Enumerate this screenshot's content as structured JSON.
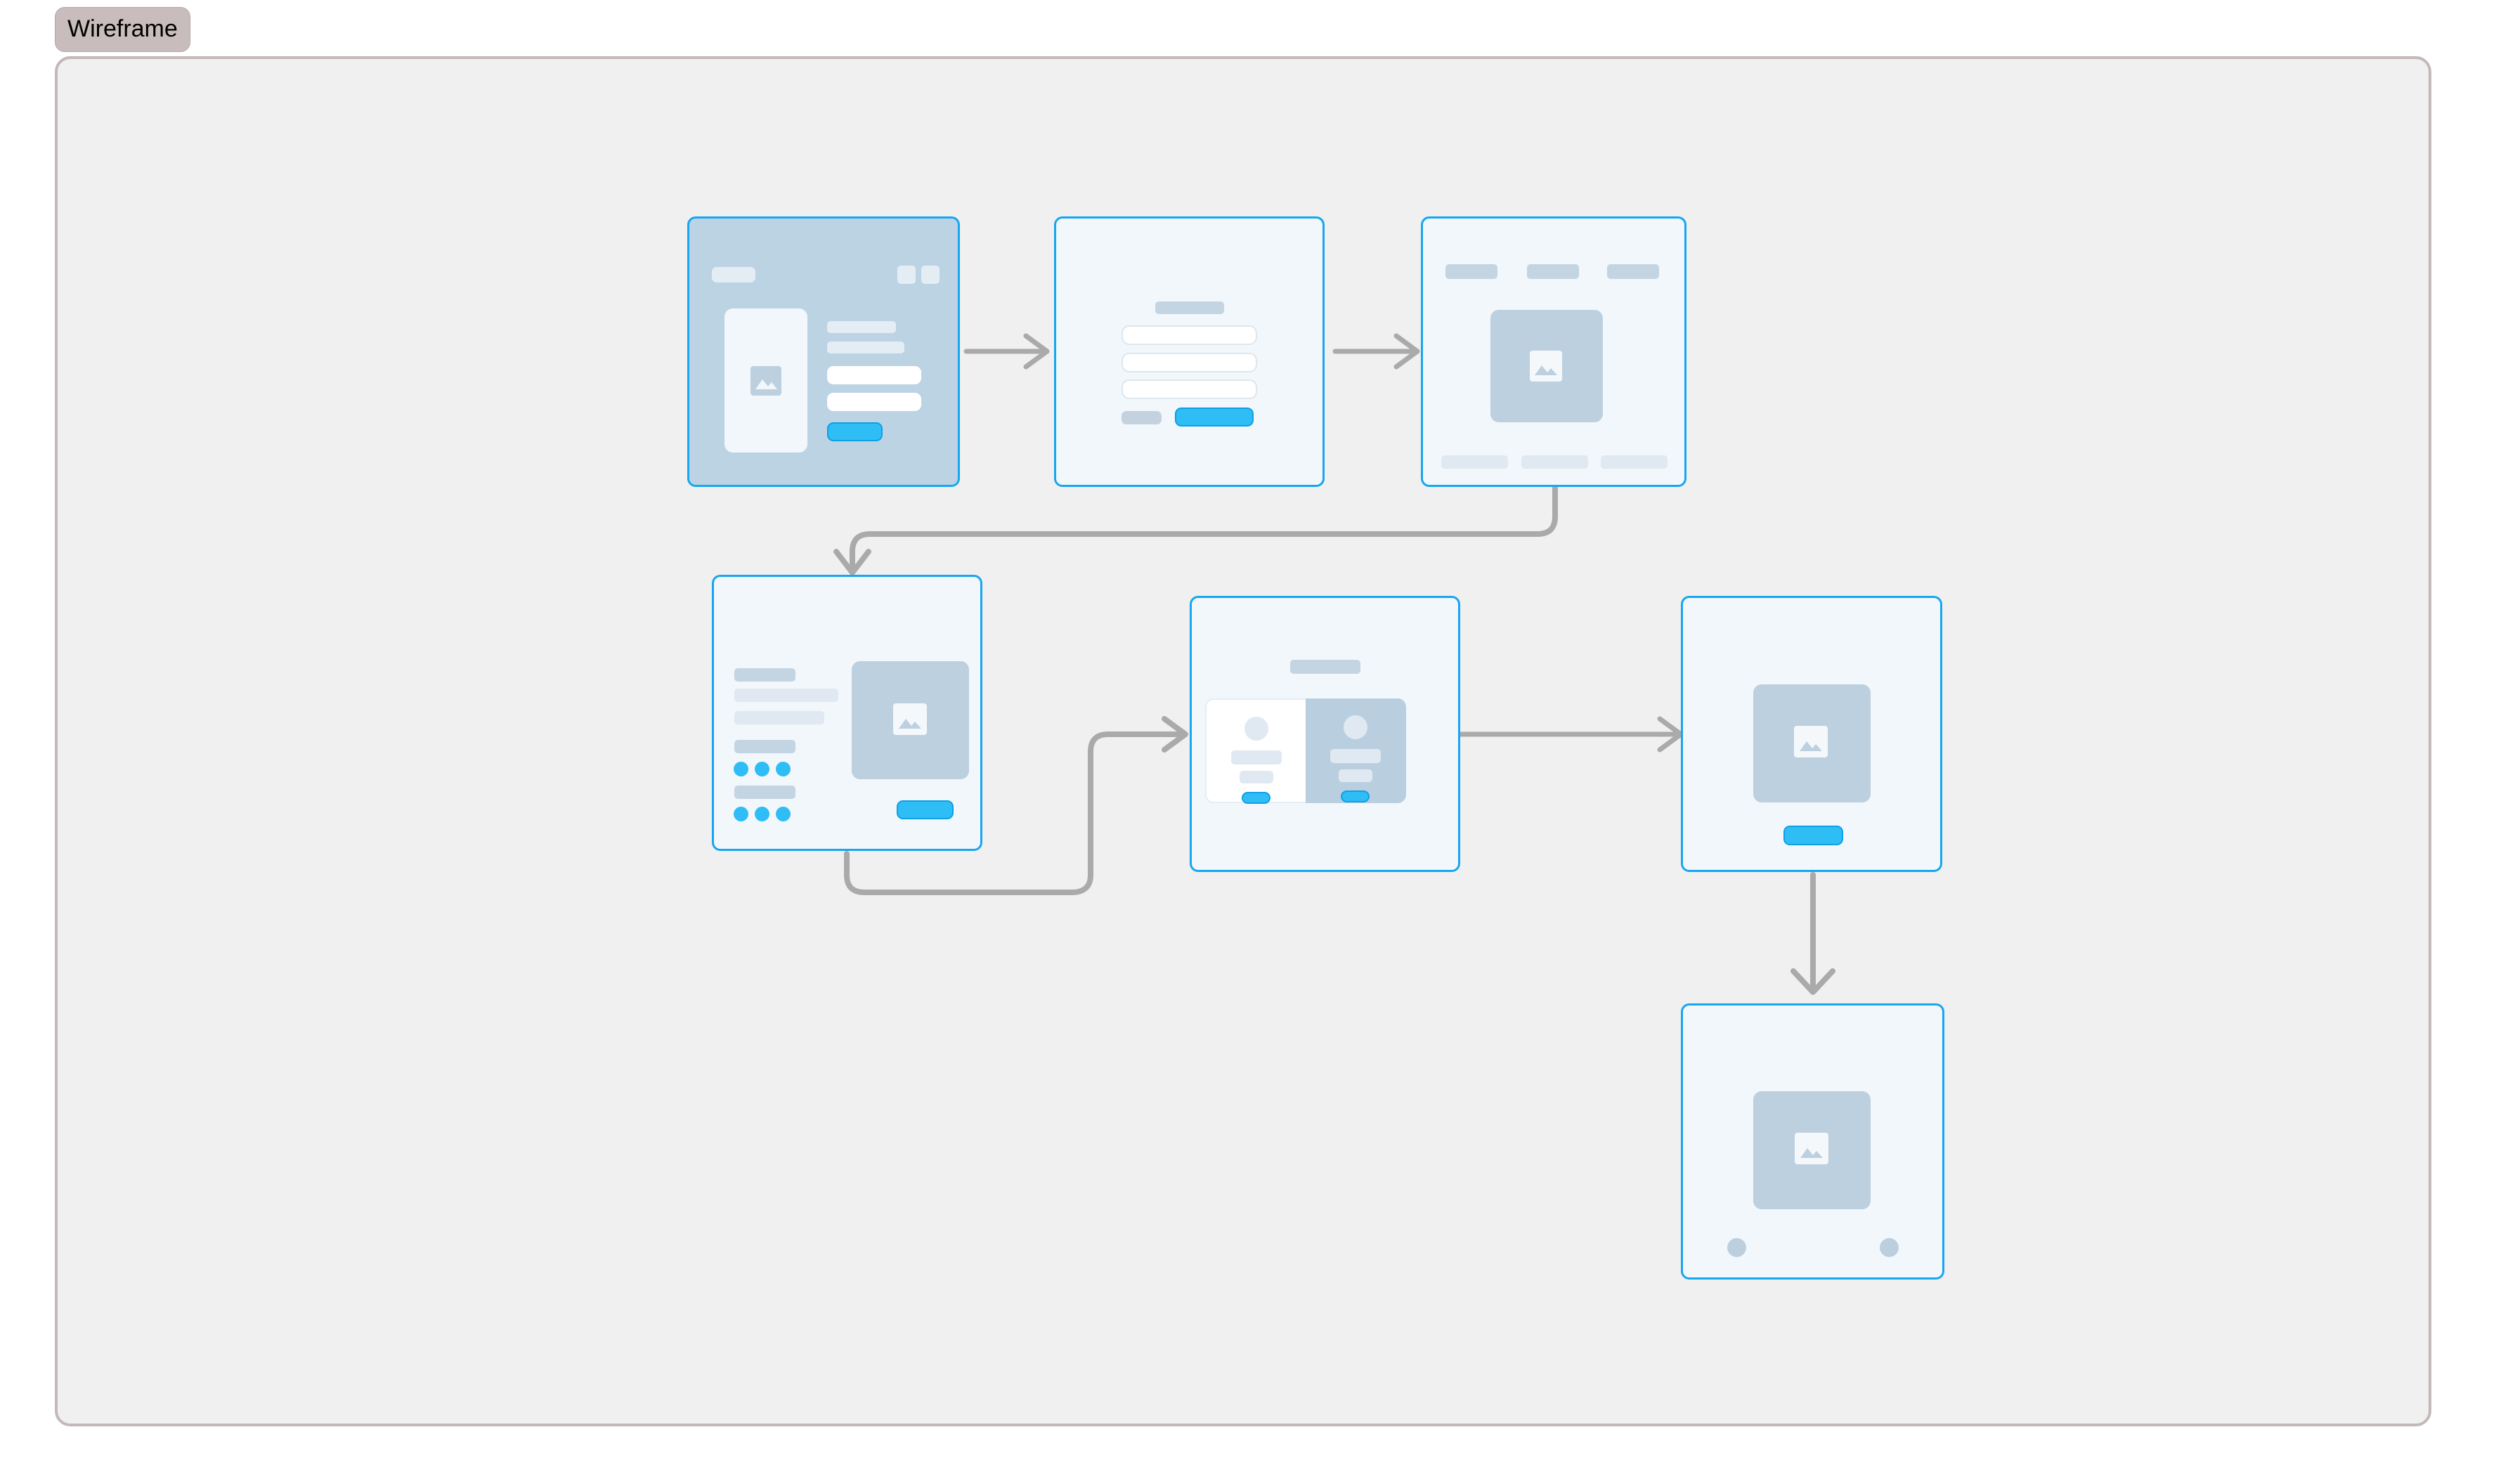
{
  "badge": {
    "label": "Wireframe"
  },
  "canvas": {
    "background": "#f0f0f0",
    "border_color": "#c4b8b8",
    "page_background": "#ffffff"
  },
  "palette": {
    "screen_border": "#17a6f0",
    "screen_fill": "#f1f7fb",
    "screen_fill_tinted": "#bcd3e4",
    "bar": "#c3d5e3",
    "bar_pale": "#e0e9f1",
    "image_block": "#bcd0e0",
    "button_blue": "#2fbdf5",
    "button_blue_border": "#0e9fe6",
    "button_gray": "#c3d2de",
    "dot_blue": "#2fbdf5",
    "dot_gray": "#bccfdf",
    "connector": "#aaaaaa",
    "badge_background": "#c9bcbc"
  },
  "screens": [
    {
      "id": "screen-1",
      "name": "product-detail-screen",
      "style": "tinted",
      "elements": [
        "header-bar",
        "header-action-1",
        "header-action-2",
        "image-panel",
        "image-placeholder",
        "text-bar-1",
        "text-bar-2",
        "input-bar-1",
        "input-bar-2",
        "primary-button"
      ]
    },
    {
      "id": "screen-2",
      "name": "form-screen",
      "style": "plain",
      "elements": [
        "form-title",
        "input-field-1",
        "input-field-2",
        "input-field-3",
        "secondary-button",
        "primary-button"
      ]
    },
    {
      "id": "screen-3",
      "name": "gallery-screen",
      "style": "plain",
      "elements": [
        "nav-item-1",
        "nav-item-2",
        "nav-item-3",
        "image-block",
        "image-placeholder",
        "footer-item-1",
        "footer-item-2",
        "footer-item-3"
      ]
    },
    {
      "id": "screen-4",
      "name": "configurator-screen",
      "style": "plain",
      "elements": [
        "title-bar",
        "description-line-1",
        "description-line-2",
        "option-label-1",
        "swatch-1",
        "swatch-2",
        "swatch-3",
        "option-label-2",
        "swatch-4",
        "swatch-5",
        "swatch-6",
        "image-block",
        "image-placeholder",
        "primary-button"
      ]
    },
    {
      "id": "screen-5",
      "name": "plan-comparison-screen",
      "style": "plain",
      "elements": [
        "section-title",
        "plan-card-left",
        "plan-avatar-left",
        "plan-bar-left-1",
        "plan-bar-left-2",
        "plan-button-left",
        "plan-card-right",
        "plan-avatar-right",
        "plan-bar-right-1",
        "plan-bar-right-2",
        "plan-button-right"
      ]
    },
    {
      "id": "screen-6",
      "name": "preview-screen",
      "style": "plain",
      "elements": [
        "image-block",
        "image-placeholder",
        "primary-button"
      ]
    },
    {
      "id": "screen-7",
      "name": "confirmation-screen",
      "style": "plain",
      "elements": [
        "image-block",
        "image-placeholder",
        "dot-left",
        "dot-right"
      ]
    }
  ],
  "connectors": [
    {
      "id": "c1",
      "name": "connector-screen1-to-screen2",
      "from": "screen-1",
      "to": "screen-2",
      "shape": "straight-right"
    },
    {
      "id": "c2",
      "name": "connector-screen2-to-screen3",
      "from": "screen-2",
      "to": "screen-3",
      "shape": "straight-right"
    },
    {
      "id": "c3",
      "name": "connector-screen3-to-screen4",
      "from": "screen-3",
      "to": "screen-4",
      "shape": "elbow-down-left-down"
    },
    {
      "id": "c4",
      "name": "connector-screen4-to-screen5",
      "from": "screen-4",
      "to": "screen-5",
      "shape": "elbow-down-right-up"
    },
    {
      "id": "c5",
      "name": "connector-screen5-to-screen6",
      "from": "screen-5",
      "to": "screen-6",
      "shape": "straight-right"
    },
    {
      "id": "c6",
      "name": "connector-screen6-to-screen7",
      "from": "screen-6",
      "to": "screen-7",
      "shape": "straight-down"
    }
  ]
}
